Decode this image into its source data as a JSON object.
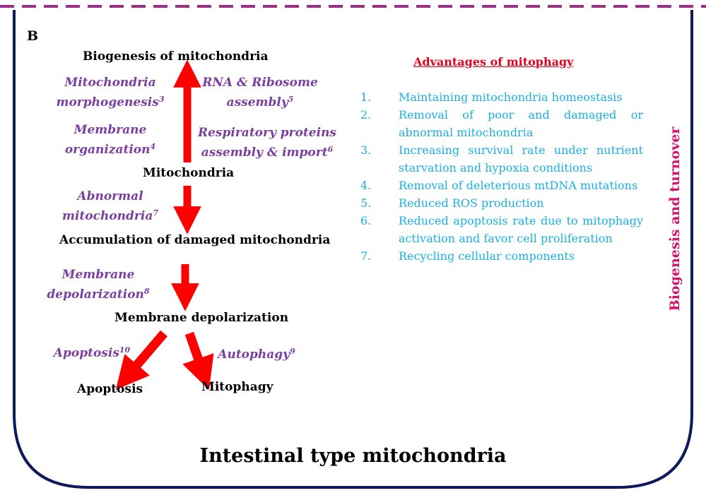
{
  "panel_label": "B",
  "flow": {
    "biogenesis": "Biogenesis of mitochondria",
    "mitochondria": "Mitochondria",
    "accumulation": "Accumulation of damaged mitochondria",
    "depolarization": "Membrane depolarization",
    "apoptosis": "Apoptosis",
    "mitophagy": "Mitophagy"
  },
  "annotations": {
    "morphogenesis": {
      "line1": "Mitochondria",
      "line2": "morphogenesis",
      "ref": "3"
    },
    "rna_ribosome": {
      "line1": "RNA & Ribosome",
      "line2": "assembly",
      "ref": "5"
    },
    "membrane_org": {
      "line1": "Membrane",
      "line2": "organization",
      "ref": "4"
    },
    "respiratory": {
      "line1": "Respiratory proteins",
      "line2": "assembly & import",
      "ref": "6"
    },
    "abnormal": {
      "line1": "Abnormal",
      "line2": "mitochondria",
      "ref": "7"
    },
    "membrane_depol": {
      "line1": "Membrane",
      "line2": "depolarization",
      "ref": "8"
    },
    "apoptosis": {
      "line1": "Apoptosis",
      "ref": "10"
    },
    "autophagy": {
      "line1": "Autophagy",
      "ref": "9"
    }
  },
  "advantages": {
    "title": "Advantages of  mitophagy",
    "items": [
      {
        "num": "1.",
        "text": "Maintaining mitochondria homeostasis"
      },
      {
        "num": "2.",
        "text": "Removal of poor and damaged or abnormal mitochondria"
      },
      {
        "num": "3.",
        "text": "Increasing survival rate under nutrient starvation and hypoxia conditions"
      },
      {
        "num": "4.",
        "text": "Removal of deleterious mtDNA mutations"
      },
      {
        "num": "5.",
        "text": "Reduced ROS production"
      },
      {
        "num": "6.",
        "text": "Reduced apoptosis rate due to mitophagy activation and favor cell proliferation"
      },
      {
        "num": "7.",
        "text": "Recycling cellular components"
      }
    ]
  },
  "side_title": "Biogenesis and turnover",
  "bottom_title": "Intestinal type mitochondria",
  "colors": {
    "frame": "#0d1a5c",
    "dashed_line": "#a02c8a",
    "arrow": "#ff0000",
    "annotation": "#7b3fa0",
    "advantages_title": "#e3001b",
    "advantages_text": "#1ab0e0",
    "side_title": "#d6126f"
  }
}
